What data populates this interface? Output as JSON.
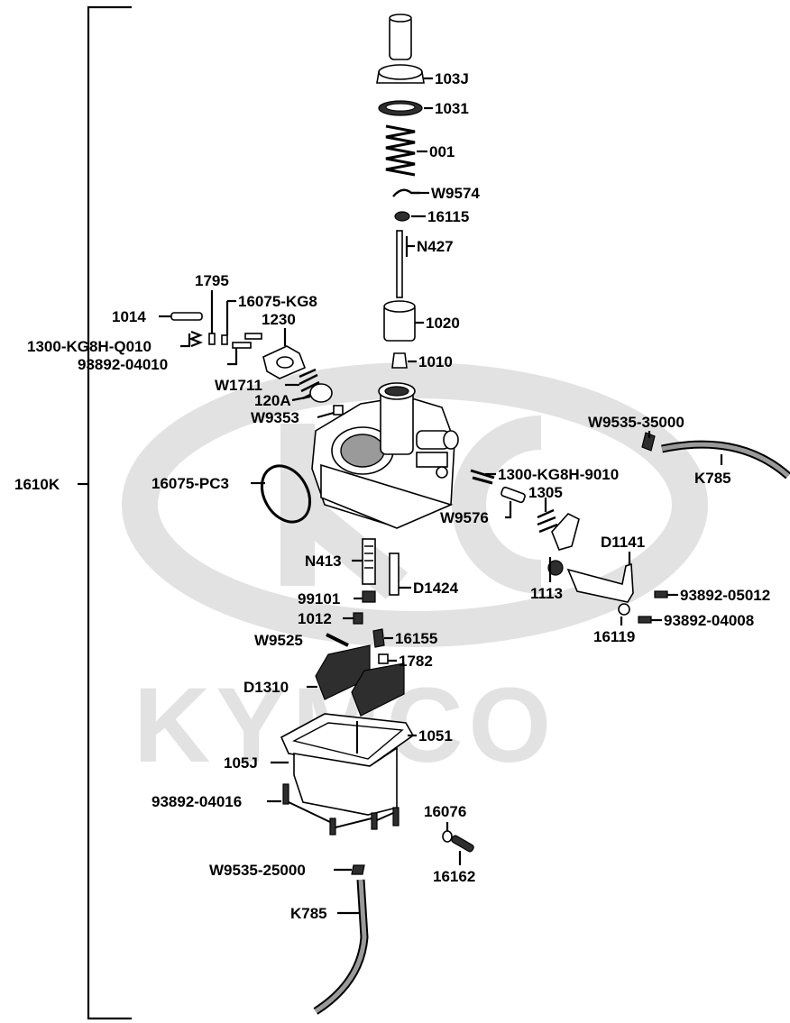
{
  "watermark": {
    "brand": "KYMCO",
    "color": "#e2e2e2"
  },
  "assembly_label": "1610K",
  "callouts": [
    {
      "id": "103J",
      "label": "103J"
    },
    {
      "id": "1031",
      "label": "1031"
    },
    {
      "id": "001",
      "label": "001"
    },
    {
      "id": "W9574",
      "label": "W9574"
    },
    {
      "id": "16115",
      "label": "16115"
    },
    {
      "id": "N427",
      "label": "N427"
    },
    {
      "id": "1795",
      "label": "1795"
    },
    {
      "id": "16075-KG8",
      "label": "16075-KG8"
    },
    {
      "id": "1014",
      "label": "1014"
    },
    {
      "id": "1230",
      "label": "1230"
    },
    {
      "id": "1300-KG8H-Q010",
      "label": "1300-KG8H-Q010"
    },
    {
      "id": "1020",
      "label": "1020"
    },
    {
      "id": "93892-04010",
      "label": "93892-04010"
    },
    {
      "id": "1010",
      "label": "1010"
    },
    {
      "id": "W1711",
      "label": "W1711"
    },
    {
      "id": "120A",
      "label": "120A"
    },
    {
      "id": "W9353",
      "label": "W9353"
    },
    {
      "id": "W9535-35000",
      "label": "W9535-35000"
    },
    {
      "id": "K785-upper",
      "label": "K785"
    },
    {
      "id": "16075-PC3",
      "label": "16075-PC3"
    },
    {
      "id": "1300-KG8H-9010",
      "label": "1300-KG8H-9010"
    },
    {
      "id": "1305",
      "label": "1305"
    },
    {
      "id": "W9576",
      "label": "W9576"
    },
    {
      "id": "D1141",
      "label": "D1141"
    },
    {
      "id": "N413",
      "label": "N413"
    },
    {
      "id": "D1424",
      "label": "D1424"
    },
    {
      "id": "1113",
      "label": "1113"
    },
    {
      "id": "93892-05012",
      "label": "93892-05012"
    },
    {
      "id": "99101",
      "label": "99101"
    },
    {
      "id": "93892-04008",
      "label": "93892-04008"
    },
    {
      "id": "1012",
      "label": "1012"
    },
    {
      "id": "16119",
      "label": "16119"
    },
    {
      "id": "W9525",
      "label": "W9525"
    },
    {
      "id": "16155",
      "label": "16155"
    },
    {
      "id": "1782",
      "label": "1782"
    },
    {
      "id": "D1310",
      "label": "D1310"
    },
    {
      "id": "1051",
      "label": "1051"
    },
    {
      "id": "105J",
      "label": "105J"
    },
    {
      "id": "93892-04016",
      "label": "93892-04016"
    },
    {
      "id": "16076",
      "label": "16076"
    },
    {
      "id": "W9535-25000",
      "label": "W9535-25000"
    },
    {
      "id": "16162",
      "label": "16162"
    },
    {
      "id": "K785-lower",
      "label": "K785"
    }
  ]
}
